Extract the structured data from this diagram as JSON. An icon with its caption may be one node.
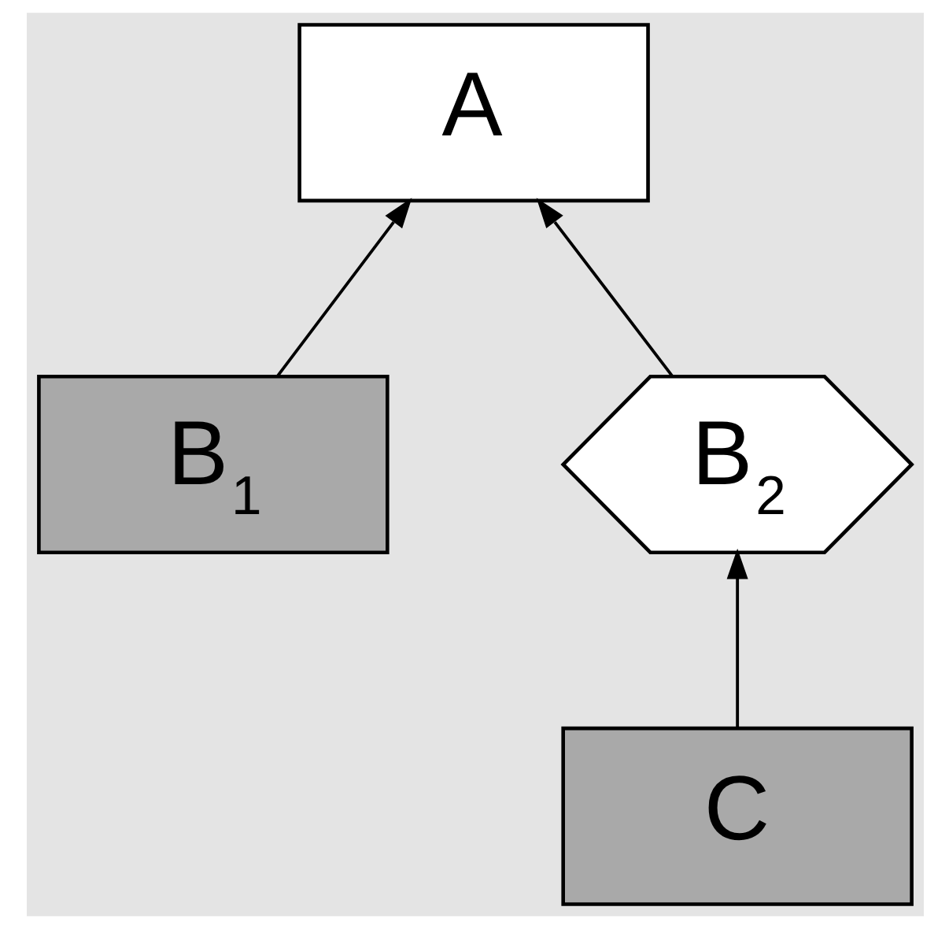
{
  "diagram": {
    "nodes": [
      {
        "text": [
          "A"
        ]
      },
      {
        "text": [
          "B$_{1}$"
        ]
      },
      {
        "text": [
          "B$_{2}$"
        ]
      },
      {
        "text": [
          "C"
        ]
      }
    ],
    "edges": [
      {
        "from": 1,
        "to": 0,
        "arrow": "to"
      },
      {
        "from": 2,
        "to": 0,
        "arrow": "to"
      },
      {
        "from": 3,
        "to": 2,
        "arrow": "to"
      }
    ]
  }
}
